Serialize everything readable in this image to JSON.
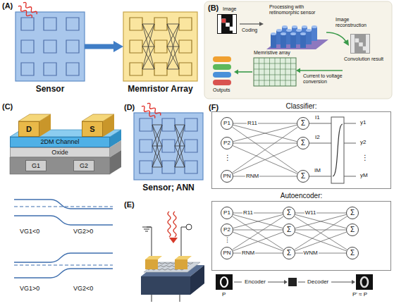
{
  "diagram": {
    "nodes": [
      {
        "text": [
          "Sensor"
        ]
      },
      {
        "text": [
          "Memristor Array"
        ]
      },
      {
        "text": [
          "D"
        ]
      },
      {
        "text": [
          "S"
        ]
      },
      {
        "text": [
          "2DM Channel"
        ]
      },
      {
        "text": [
          "Oxide"
        ]
      },
      {
        "text": [
          "G1"
        ]
      },
      {
        "text": [
          "G2"
        ]
      },
      {
        "text": [
          "Sensor; ANN"
        ]
      },
      {
        "text": [
          "Classifier:"
        ]
      },
      {
        "text": [
          "P1"
        ],
        "in": 9
      },
      {
        "text": [
          "P2"
        ],
        "in": 9
      },
      {
        "text": [
          "PN"
        ],
        "in": 9
      },
      {
        "text": [
          "Σ"
        ],
        "in": 9
      },
      {
        "text": [
          "Σ"
        ],
        "in": 9
      },
      {
        "text": [
          "Σ"
        ],
        "in": 9
      },
      {
        "text": [
          "Autoencoder:"
        ]
      },
      {
        "text": [
          "P1"
        ],
        "in": 16
      },
      {
        "text": [
          "P2"
        ],
        "in": 16
      },
      {
        "text": [
          "PN"
        ],
        "in": 16
      },
      {
        "text": [
          "Σ"
        ],
        "in": 16
      },
      {
        "text": [
          "Σ"
        ],
        "in": 16
      },
      {
        "text": [
          "Σ"
        ],
        "in": 16
      },
      {
        "text": [
          "Σ"
        ],
        "in": 16
      },
      {
        "text": [
          "Σ"
        ],
        "in": 16
      },
      {
        "text": [
          "Σ"
        ],
        "in": 16
      }
    ],
    "edges": [
      {
        "from": 0,
        "to": 1,
        "arrow": "to"
      },
      {
        "from": 10,
        "to": 13,
        "arrow": "none",
        "label": "R11"
      },
      {
        "from": 10,
        "to": 14,
        "arrow": "none"
      },
      {
        "from": 10,
        "to": 15,
        "arrow": "none"
      },
      {
        "from": 11,
        "to": 13,
        "arrow": "none"
      },
      {
        "from": 11,
        "to": 14,
        "arrow": "none"
      },
      {
        "from": 11,
        "to": 15,
        "arrow": "none"
      },
      {
        "from": 12,
        "to": 13,
        "arrow": "none"
      },
      {
        "from": 12,
        "to": 14,
        "arrow": "none"
      },
      {
        "from": 12,
        "to": 15,
        "arrow": "none",
        "label": "RNM"
      },
      {
        "from": 17,
        "to": 20,
        "arrow": "none",
        "label": "R11"
      },
      {
        "from": 17,
        "to": 21,
        "arrow": "none"
      },
      {
        "from": 17,
        "to": 22,
        "arrow": "none"
      },
      {
        "from": 18,
        "to": 20,
        "arrow": "none"
      },
      {
        "from": 18,
        "to": 21,
        "arrow": "none"
      },
      {
        "from": 18,
        "to": 22,
        "arrow": "none"
      },
      {
        "from": 19,
        "to": 20,
        "arrow": "none"
      },
      {
        "from": 19,
        "to": 21,
        "arrow": "none"
      },
      {
        "from": 19,
        "to": 22,
        "arrow": "none",
        "label": "RNM"
      },
      {
        "from": 20,
        "to": 23,
        "arrow": "none",
        "label": "W11"
      },
      {
        "from": 20,
        "to": 24,
        "arrow": "none"
      },
      {
        "from": 20,
        "to": 25,
        "arrow": "none"
      },
      {
        "from": 21,
        "to": 23,
        "arrow": "none"
      },
      {
        "from": 21,
        "to": 24,
        "arrow": "none"
      },
      {
        "from": 21,
        "to": 25,
        "arrow": "none"
      },
      {
        "from": 22,
        "to": 23,
        "arrow": "none"
      },
      {
        "from": 22,
        "to": 24,
        "arrow": "none"
      },
      {
        "from": 22,
        "to": 25,
        "arrow": "none",
        "label": "WNM"
      }
    ],
    "labels": [
      "(A)",
      "(B)",
      "Image",
      "Coding",
      "Processing with retinomorphic sensor",
      "Image reconstruction",
      "Memristive array",
      "Current to voltage conversion",
      "Convolution result",
      "Outputs",
      "(C)",
      "VG1<0",
      "VG2>0",
      "VG1>0",
      "VG2<0",
      "(D)",
      "(E)",
      "(F)",
      "⋮",
      "I1",
      "I2",
      "IM",
      "y1",
      "y2",
      "⋮",
      "yM",
      "⋮",
      "P",
      "Encoder",
      "Decoder",
      "P' ≈ P"
    ]
  }
}
